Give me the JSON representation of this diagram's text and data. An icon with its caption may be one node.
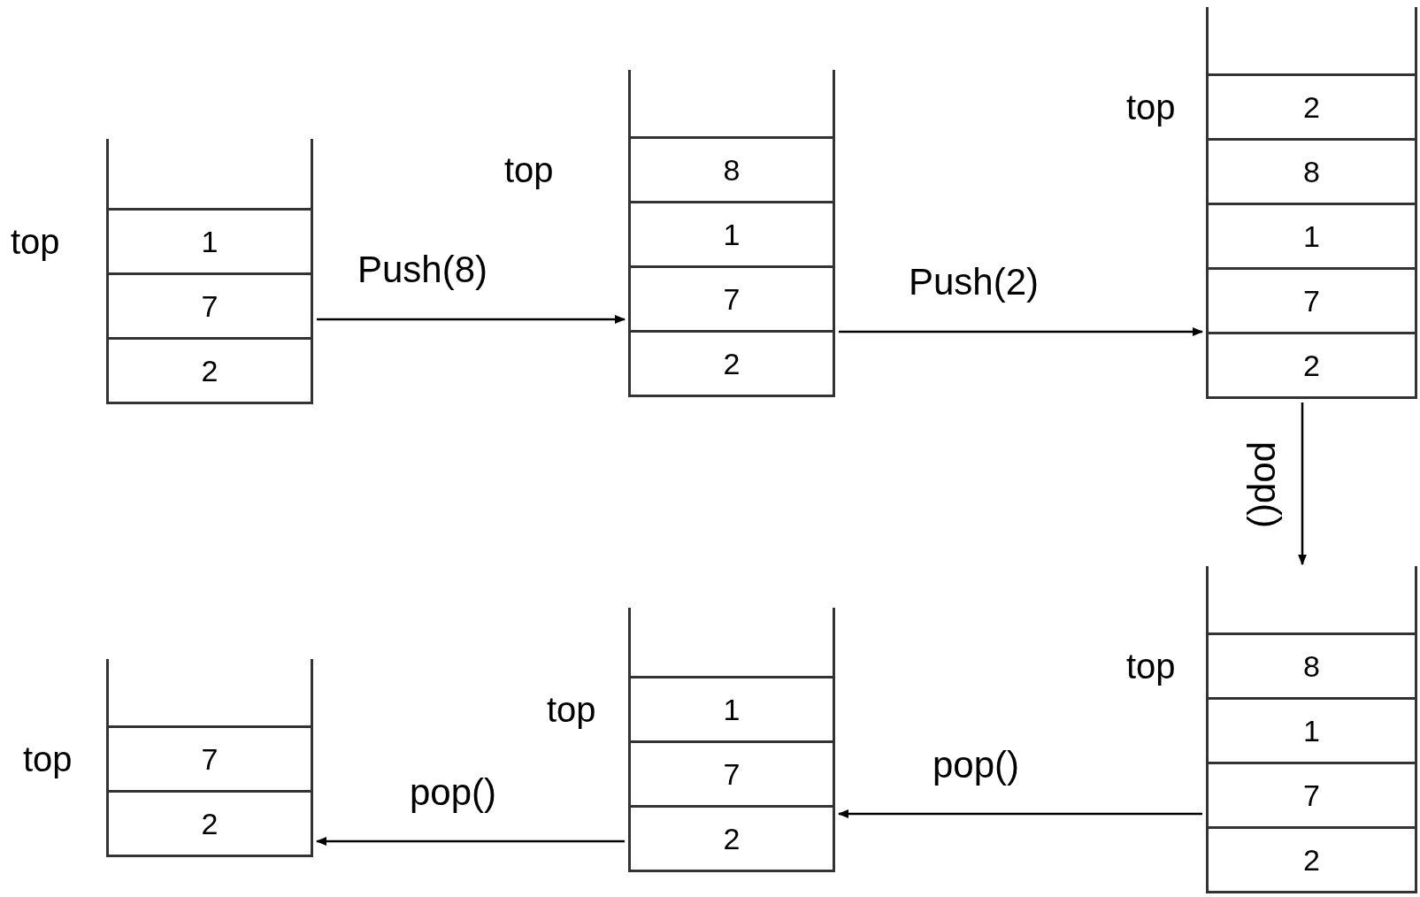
{
  "diagram": {
    "nodes": [
      {
        "text": [],
        "shape": "box",
        "beside": [
          "top"
        ]
      },
      {
        "text": [
          "1"
        ],
        "in": 0
      },
      {
        "text": [
          "7"
        ],
        "in": 0
      },
      {
        "text": [
          "2"
        ],
        "in": 0
      },
      {
        "text": [],
        "shape": "box",
        "beside": [
          "top"
        ]
      },
      {
        "text": [
          "8"
        ],
        "in": 4
      },
      {
        "text": [
          "1"
        ],
        "in": 4
      },
      {
        "text": [
          "7"
        ],
        "in": 4
      },
      {
        "text": [
          "2"
        ],
        "in": 4
      },
      {
        "text": [],
        "shape": "box",
        "beside": [
          "top"
        ]
      },
      {
        "text": [
          "2"
        ],
        "in": 9
      },
      {
        "text": [
          "8"
        ],
        "in": 9
      },
      {
        "text": [
          "1"
        ],
        "in": 9
      },
      {
        "text": [
          "7"
        ],
        "in": 9
      },
      {
        "text": [
          "2"
        ],
        "in": 9
      },
      {
        "text": [],
        "shape": "box",
        "beside": [
          "top"
        ]
      },
      {
        "text": [
          "7"
        ],
        "in": 15
      },
      {
        "text": [
          "2"
        ],
        "in": 15
      },
      {
        "text": [],
        "shape": "box",
        "beside": [
          "top"
        ]
      },
      {
        "text": [
          "1"
        ],
        "in": 18
      },
      {
        "text": [
          "7"
        ],
        "in": 18
      },
      {
        "text": [
          "2"
        ],
        "in": 18
      },
      {
        "text": [],
        "shape": "box",
        "beside": [
          "top"
        ]
      },
      {
        "text": [
          "8"
        ],
        "in": 22
      },
      {
        "text": [
          "1"
        ],
        "in": 22
      },
      {
        "text": [
          "7"
        ],
        "in": 22
      },
      {
        "text": [
          "2"
        ],
        "in": 22
      }
    ],
    "edges": [
      {
        "from": 0,
        "to": 4,
        "arrow": "to",
        "label": "Push(8)"
      },
      {
        "from": 4,
        "to": 9,
        "arrow": "to",
        "label": "Push(2)"
      },
      {
        "from": 9,
        "to": 22,
        "arrow": "to",
        "label": "pop()"
      },
      {
        "from": 22,
        "to": 18,
        "arrow": "to",
        "label": "pop()"
      },
      {
        "from": 18,
        "to": 15,
        "arrow": "to",
        "label": "pop()"
      }
    ]
  }
}
